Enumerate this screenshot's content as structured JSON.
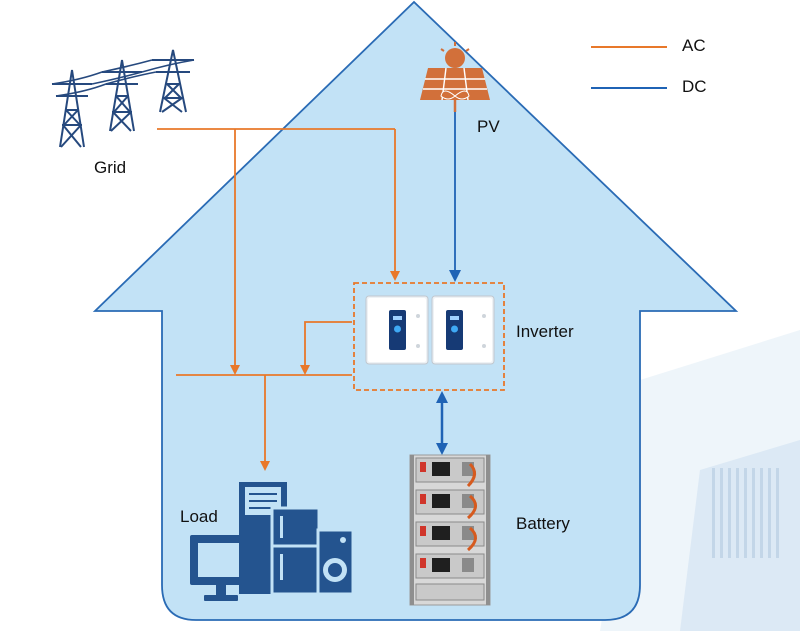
{
  "legend": {
    "ac_label": "AC",
    "dc_label": "DC"
  },
  "labels": {
    "grid": "Grid",
    "pv": "PV",
    "inverter": "Inverter",
    "load": "Load",
    "battery": "Battery"
  },
  "colors": {
    "ac_line": "#e8782a",
    "dc_line": "#1f63b5",
    "house_fill": "#c2e2f6",
    "house_stroke": "#2a6bb5",
    "pv_panel": "#d2703a",
    "tower": "#26497e",
    "load_icon": "#24548f",
    "inverter_body": "#eef2f5",
    "battery_body": "#d8d8d8"
  },
  "icons": [
    "transmission-tower-icon",
    "solar-panel-icon",
    "inverter-icon",
    "battery-rack-icon",
    "home-appliances-icon"
  ]
}
